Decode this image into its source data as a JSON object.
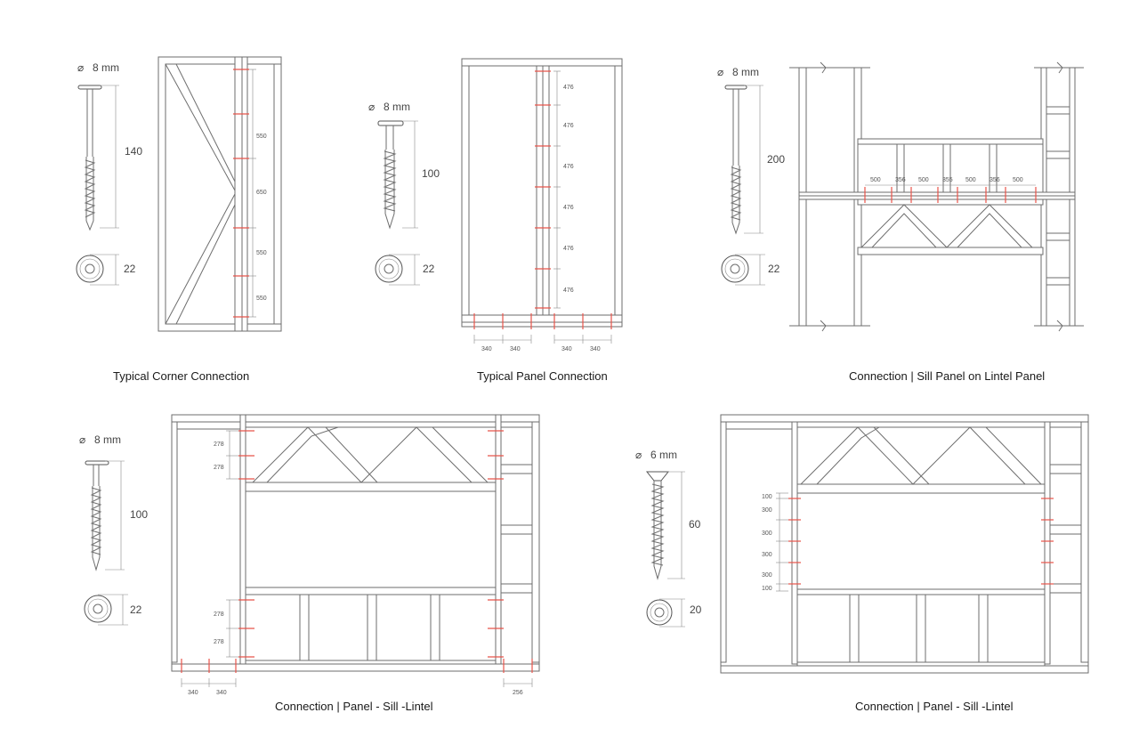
{
  "captions": {
    "corner": "Typical Corner Connection",
    "panel": "Typical Panel Connection",
    "sill_lintel": "Connection | Sill Panel on Lintel Panel",
    "panel_sill_lintel_1": "Connection | Panel - Sill -Lintel",
    "panel_sill_lintel_2": "Connection | Panel - Sill -Lintel"
  },
  "screws": {
    "s1": {
      "diameter": "8 mm",
      "length": "140",
      "head": "22"
    },
    "s2": {
      "diameter": "8 mm",
      "length": "100",
      "head": "22"
    },
    "s3": {
      "diameter": "8 mm",
      "length": "200",
      "head": "22"
    },
    "s4": {
      "diameter": "8 mm",
      "length": "100",
      "head": "22"
    },
    "s5": {
      "diameter": "6 mm",
      "length": "60",
      "head": "20"
    }
  },
  "dims": {
    "corner": [
      "550",
      "650",
      "550",
      "550"
    ],
    "panel_vertical": [
      "476",
      "476",
      "476",
      "476",
      "476",
      "476"
    ],
    "panel_bottom": [
      "340",
      "340",
      "340",
      "340"
    ],
    "sill_lintel_top": [
      "500",
      "356",
      "500",
      "355",
      "500",
      "356",
      "500"
    ],
    "psl1_top": [
      "278",
      "278"
    ],
    "psl1_bottom": [
      "278",
      "278"
    ],
    "psl1_horizontal": [
      "340",
      "340"
    ],
    "psl1_right": "256",
    "psl2": [
      "100",
      "300",
      "300",
      "300",
      "300",
      "100"
    ]
  },
  "symbols": {
    "diameter": "⌀"
  }
}
